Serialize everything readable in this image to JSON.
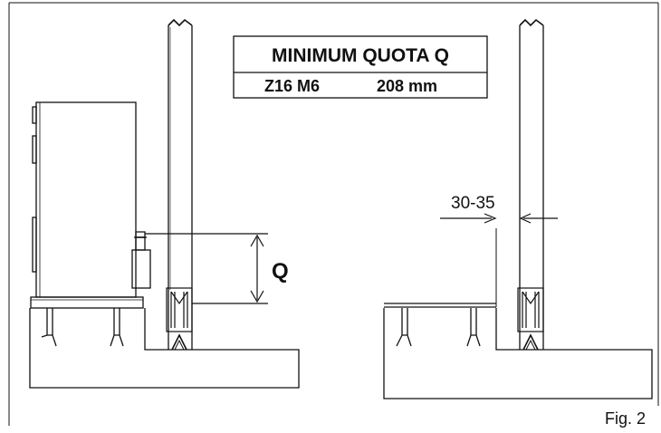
{
  "table": {
    "title": "MINIMUM QUOTA Q",
    "model": "Z16 M6",
    "value": "208 mm"
  },
  "dimensions": {
    "q_label": "Q",
    "range_label": "30-35"
  },
  "figure_label": "Fig. 2"
}
